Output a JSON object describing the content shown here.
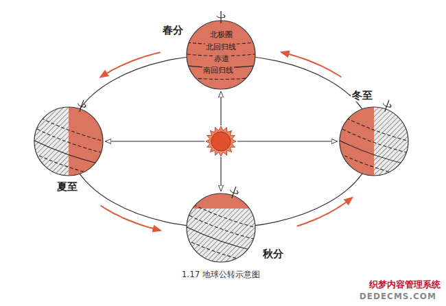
{
  "diagram": {
    "caption": "1.17 地球公转示意图",
    "nodes": [
      {
        "text": [
          "春分",
          "北极圈",
          "北回归线",
          "赤道",
          "南回归线"
        ]
      },
      {
        "text": [
          "夏至"
        ]
      },
      {
        "text": [
          "冬至"
        ]
      },
      {
        "text": [
          "秋分"
        ]
      }
    ],
    "labels": [
      "织梦内容管理系统",
      "DEDECMS.COM"
    ]
  }
}
